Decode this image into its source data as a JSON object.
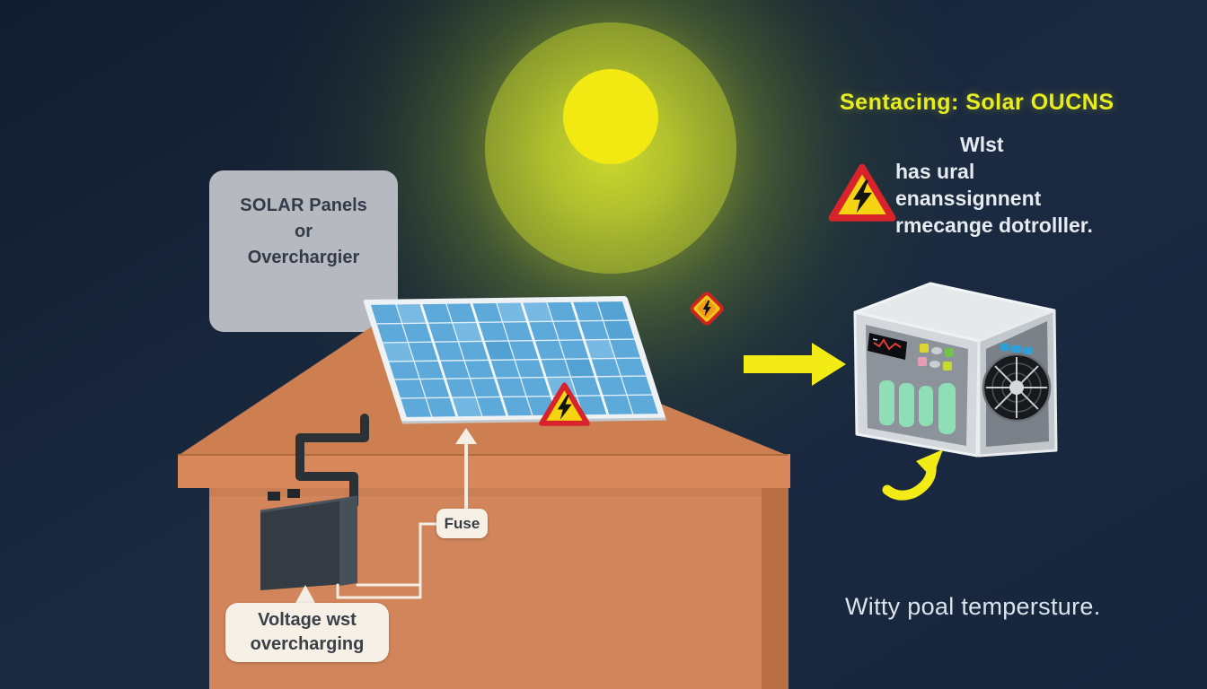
{
  "illustration": {
    "title": "Sentacing: Solar OUCNS",
    "subtitle": {
      "line1": "Wlst",
      "line2": "has ural enanssignnent",
      "line3": "rmecange dotrolller."
    },
    "solar_box": {
      "line1_bold": "SOLAR",
      "line1_rest": " Panels",
      "line2": "or",
      "line3": "Overchargier"
    },
    "fuse_label": "Fuse",
    "voltage_label": {
      "line1": "Voltage wst",
      "line2": "overcharging"
    },
    "bottom_caption": "Witty poal tempersture.",
    "icons": {
      "sun": "sun-disc",
      "warning_large": "lightning-warning-triangle",
      "warning_panel": "lightning-warning-triangle",
      "warning_diamond": "lightning-warning-diamond",
      "flow_arrow": "right-arrow",
      "curved_arrow": "curved-up-arrow",
      "fuse_arrow": "up-arrow",
      "voltage_arrow": "up-arrow"
    },
    "colors": {
      "background": "#1b2a41",
      "sun": "#f2e913",
      "glow": "#c0d22b",
      "title_yellow": "#e8ee1e",
      "body_text": "#e6ebf0",
      "house_wall": "#d2855a",
      "house_roof": "#cd7f51",
      "panel_blue": "#5da9da",
      "panel_frame": "#eef2f5",
      "label_bg": "#f7f0e6",
      "warning_red": "#d8232a",
      "warning_yellow": "#f6d411",
      "arrow_yellow": "#f3eb15",
      "battery_dark": "#343b43",
      "wire_dark": "#2b3137",
      "controller_panel": "#8c939b",
      "controller_frame": "#d4d8dc",
      "indicator_mint": "#8fdfb6"
    }
  }
}
